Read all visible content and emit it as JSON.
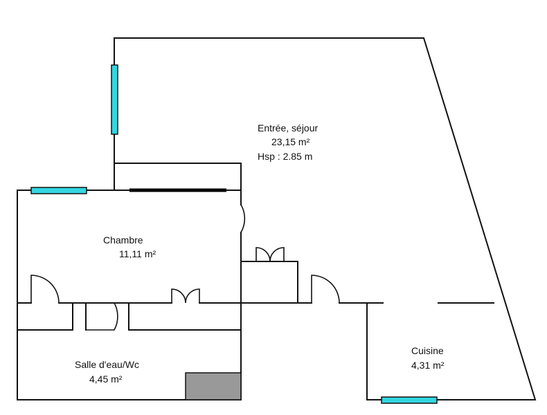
{
  "rooms": {
    "sejour": {
      "name": "Entrée, séjour",
      "area": "23,15  m²",
      "height": "Hsp : 2.85 m"
    },
    "chambre": {
      "name": "Chambre",
      "area": "11,11  m²"
    },
    "salle_eau": {
      "name": "Salle d'eau/Wc",
      "area": "4,45  m²"
    },
    "cuisine": {
      "name": "Cuisine",
      "area": "4,31  m²"
    }
  },
  "colors": {
    "wall": "#111111",
    "window": "#33d6e0",
    "shower_tray": "#999999",
    "opening": "#000000"
  }
}
